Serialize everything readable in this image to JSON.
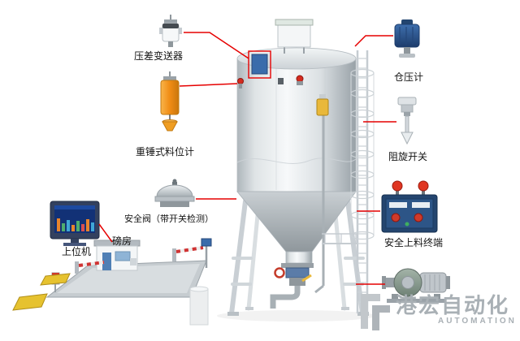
{
  "diagram": {
    "labels": {
      "pressure_transmitter": "压差变送器",
      "hammer_level_gauge": "重锤式料位计",
      "safety_valve": "安全阀（带开关检测）",
      "host_computer": "上位机",
      "weigh_house": "磅房",
      "silo_pressure_gauge": "仓压计",
      "rotary_level_switch": "阻旋开关",
      "safe_loading_terminal": "安全上料终端"
    },
    "watermark": {
      "brand": "港宏自动化",
      "subtitle": "AUTOMATION"
    },
    "colors": {
      "connector_line": "#e60000",
      "label_text": "#141414",
      "watermark_gray": "#a9b0b5"
    }
  }
}
